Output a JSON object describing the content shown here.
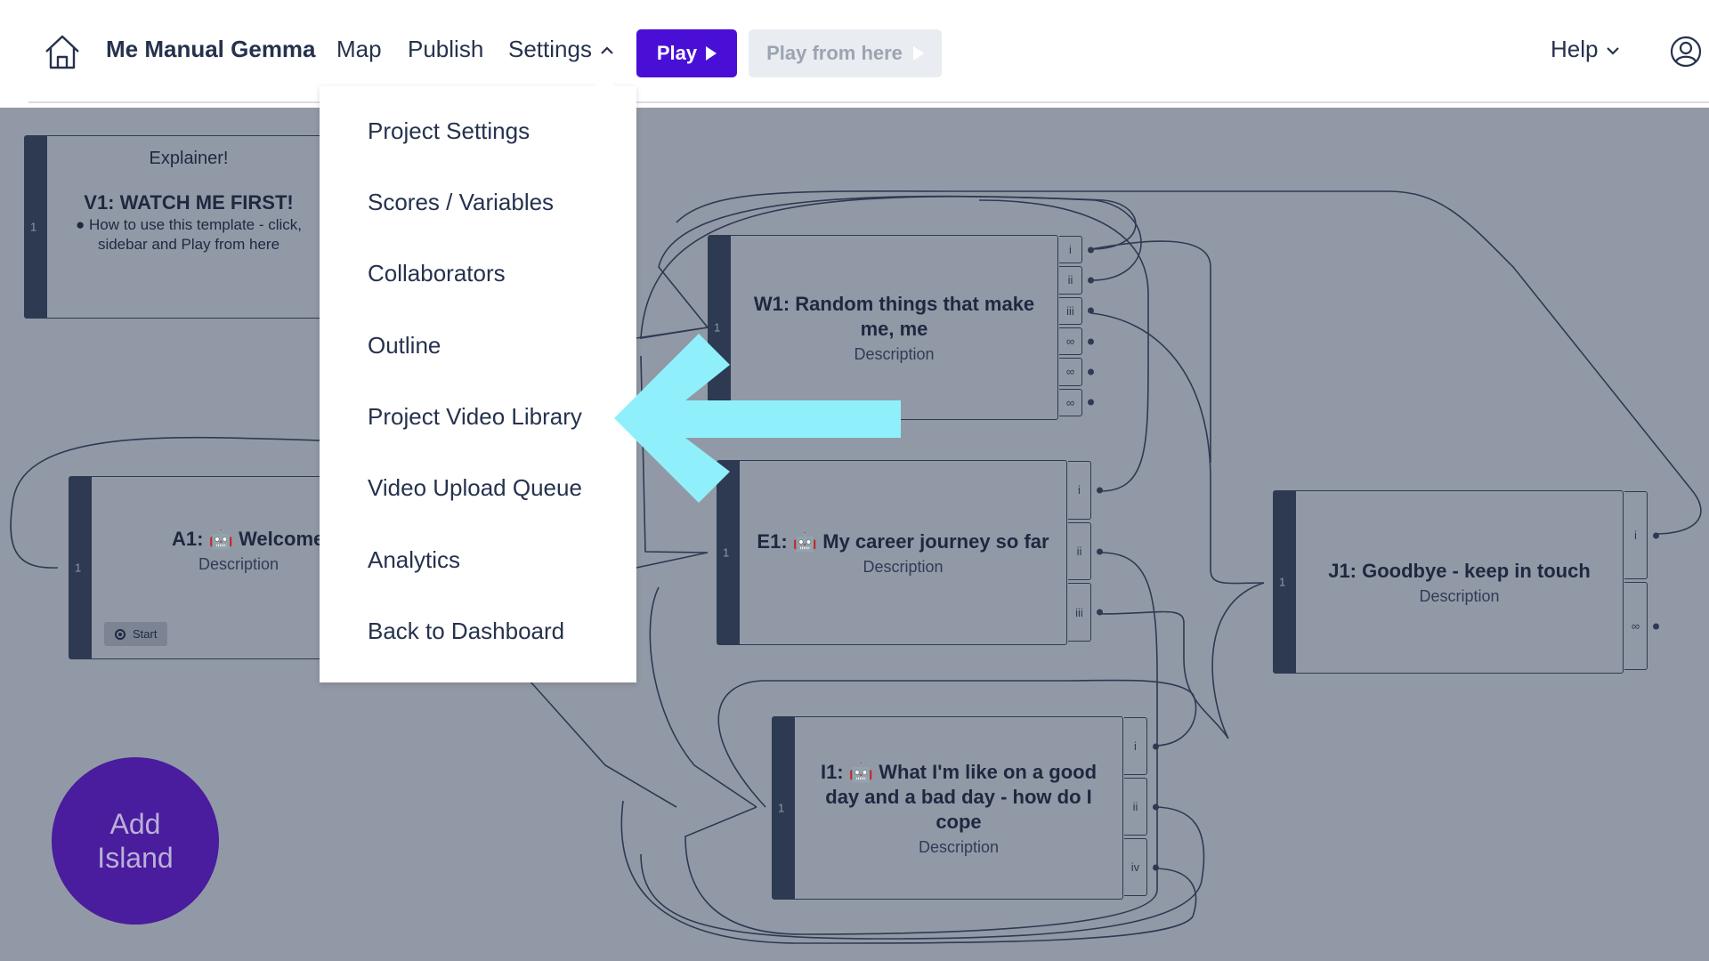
{
  "header": {
    "project_title": "Me Manual Gemma",
    "nav": {
      "map": "Map",
      "publish": "Publish",
      "settings": "Settings"
    },
    "play_label": "Play",
    "play_from_label": "Play from here",
    "help_label": "Help"
  },
  "settings_menu": {
    "items": [
      "Project Settings",
      "Scores / Variables",
      "Collaborators",
      "Outline",
      "Project Video Library",
      "Video Upload Queue",
      "Analytics",
      "Back to Dashboard"
    ]
  },
  "islands": {
    "v1": {
      "pre": "Explainer!",
      "title": "V1: WATCH ME FIRST!",
      "sub1": "How to use this template - click,",
      "sub2": "sidebar and Play from here",
      "num": "1"
    },
    "a1": {
      "title": "A1: 🤖 Welcome",
      "desc": "Description",
      "num": "1",
      "start": "Start"
    },
    "w1": {
      "title": "W1: Random things that make me, me",
      "desc": "Description",
      "num": "1",
      "ports": [
        "i",
        "ii",
        "iii"
      ]
    },
    "e1": {
      "title": "E1: 🤖 My career journey so far",
      "desc": "Description",
      "num": "1",
      "ports": [
        "i",
        "ii",
        "iii"
      ]
    },
    "i1": {
      "title": "I1: 🤖 What I'm like on a good day and a bad day - how do I cope",
      "desc": "Description",
      "num": "1",
      "ports": [
        "i",
        "ii",
        "iv"
      ]
    },
    "j1": {
      "title": "J1: Goodbye - keep in touch",
      "desc": "Description",
      "num": "1",
      "ports": [
        "i"
      ]
    }
  },
  "add_island": {
    "line1": "Add",
    "line2": "Island"
  },
  "colors": {
    "accent": "#4a0fd6",
    "canvas_bg": "#9299a6",
    "island_border": "#2d3a52",
    "add_island_bg": "#4a1c9e",
    "highlight_arrow": "#8ff0fb"
  },
  "icons": {
    "home": "home-icon",
    "account": "account-icon",
    "play": "play-triangle-icon",
    "link": "link-icon",
    "arrow": "pointer-arrow-icon"
  }
}
